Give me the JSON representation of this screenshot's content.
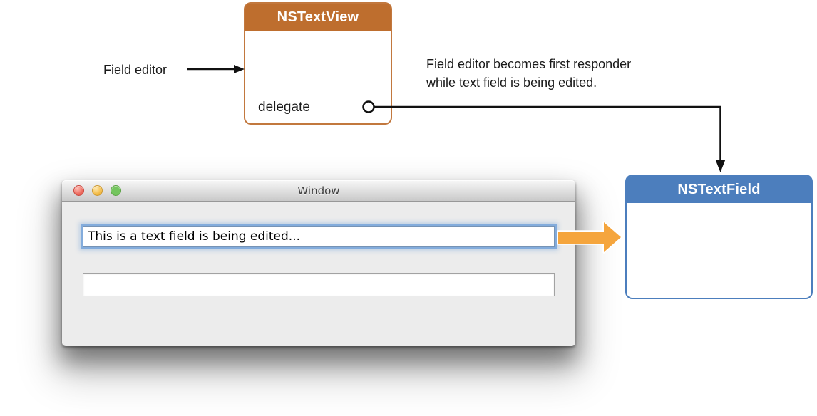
{
  "diagram": {
    "nstextview_box": {
      "title": "NSTextView",
      "outlet_label": "delegate"
    },
    "field_editor_label": "Field editor",
    "annotation": {
      "line1": "Field editor becomes first responder",
      "line2": "while text field is being edited."
    },
    "nstextfield_box": {
      "title": "NSTextField"
    }
  },
  "window": {
    "title": "Window",
    "fields": {
      "editing_value": "This is a text field is being edited...",
      "empty_value": ""
    }
  },
  "colors": {
    "orange_header": "#be6e2e",
    "orange_border": "#c2783e",
    "blue_header": "#4c7ebd",
    "blue_border": "#4c7ebd",
    "arrow_orange": "#f5a53d",
    "connector_black": "#111111",
    "focus_ring": "#83acdc"
  }
}
